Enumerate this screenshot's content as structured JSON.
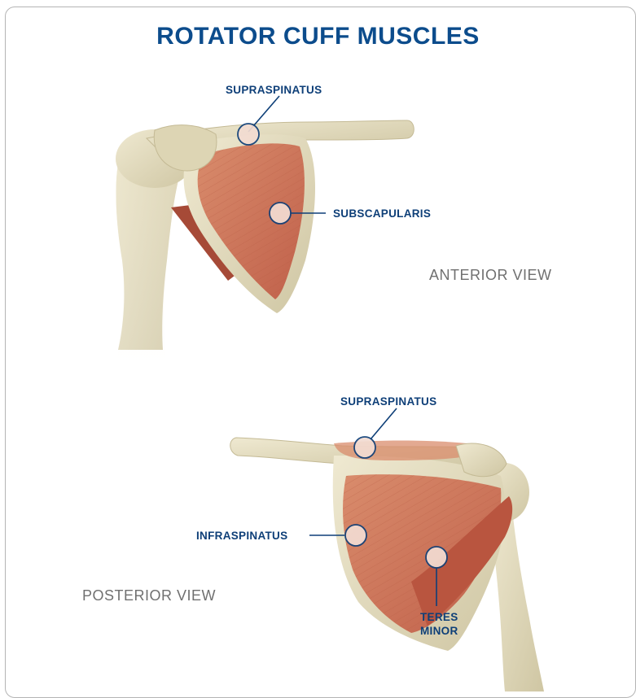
{
  "title": "ROTATOR CUFF MUSCLES",
  "anterior": {
    "view_label": "ANTERIOR VIEW",
    "labels": {
      "supraspinatus": "SUPRASPINATUS",
      "subscapularis": "SUBSCAPULARIS"
    }
  },
  "posterior": {
    "view_label": "POSTERIOR VIEW",
    "labels": {
      "supraspinatus": "SUPRASPINATUS",
      "infraspinatus": "INFRASPINATUS",
      "teres_minor_line1": "TERES",
      "teres_minor_line2": "MINOR"
    }
  },
  "colors": {
    "title": "#0c4c8c",
    "label": "#0e3f78",
    "bone": "#e6dfc4",
    "muscle": "#d27c5c",
    "marker_fill": "#f3dcd2"
  }
}
